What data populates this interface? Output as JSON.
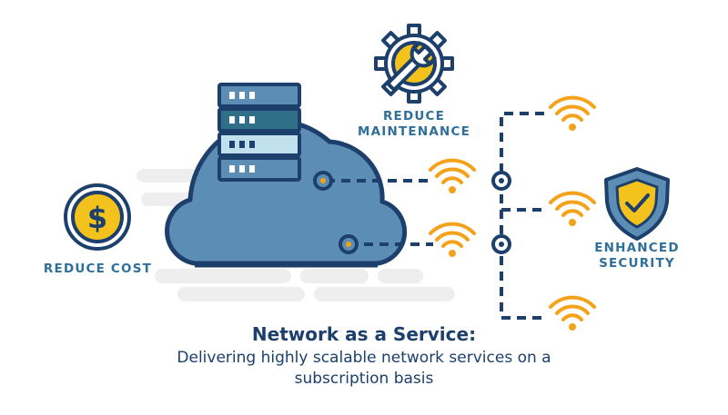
{
  "colors": {
    "navy": "#1c3f6b",
    "cloud_blue": "#5b8db5",
    "label_blue": "#2f6f99",
    "gold": "#f4c21c",
    "orange_wifi": "#f5a21b",
    "shadow_gray": "#eeeeee"
  },
  "icons": [
    "server-rack-icon",
    "gear-wrench-icon",
    "dollar-coin-icon",
    "shield-check-icon",
    "wifi-icon"
  ],
  "labels": {
    "maintenance": [
      "REDUCE",
      "MAINTENANCE"
    ],
    "cost": "REDUCE COST",
    "security": [
      "ENHANCED",
      "SECURITY"
    ]
  },
  "title": "Network as a Service:",
  "subtitle_lines": [
    "Delivering highly scalable network services on a",
    "subscription basis"
  ]
}
